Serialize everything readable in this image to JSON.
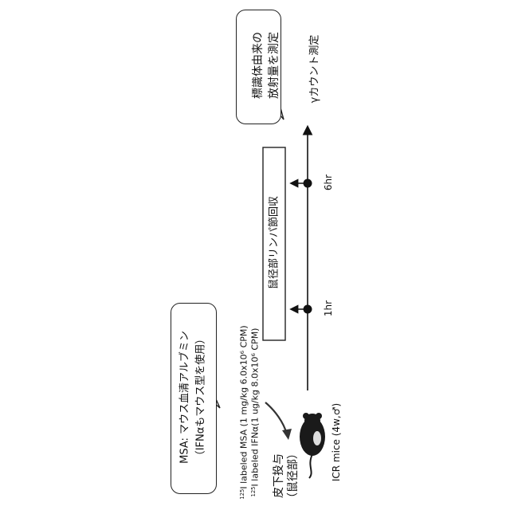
{
  "colors": {
    "line": "#111111",
    "background": "#ffffff"
  },
  "bubble_top": {
    "line1": "標識体由来の",
    "line2": "放射量を測定"
  },
  "bubble_left": {
    "line1": "MSA: マウス血清アルブミン",
    "line2": "（IFNαもマウス型を使用）"
  },
  "time_labels": {
    "t1": "1hr",
    "t2": "6hr"
  },
  "gamma_label": "γカウント測定",
  "box_label": "鼠径部リンパ節回収",
  "reagents": {
    "line1": {
      "sup": "125",
      "text": "I labeled MSA (1 mg/kg 6.0x10⁶ CPM)"
    },
    "line2": {
      "sup": "125",
      "text": "I labeled IFNα(1 ug/kg 8.0x10⁶ CPM)"
    }
  },
  "injection": {
    "line1": "皮下投与",
    "line2": "（鼠径部）"
  },
  "mouse_label": "ICR mice (4w,♂)",
  "icons": {
    "mouse": "mouse-icon",
    "syringe_arrow": "arrow-icon"
  }
}
